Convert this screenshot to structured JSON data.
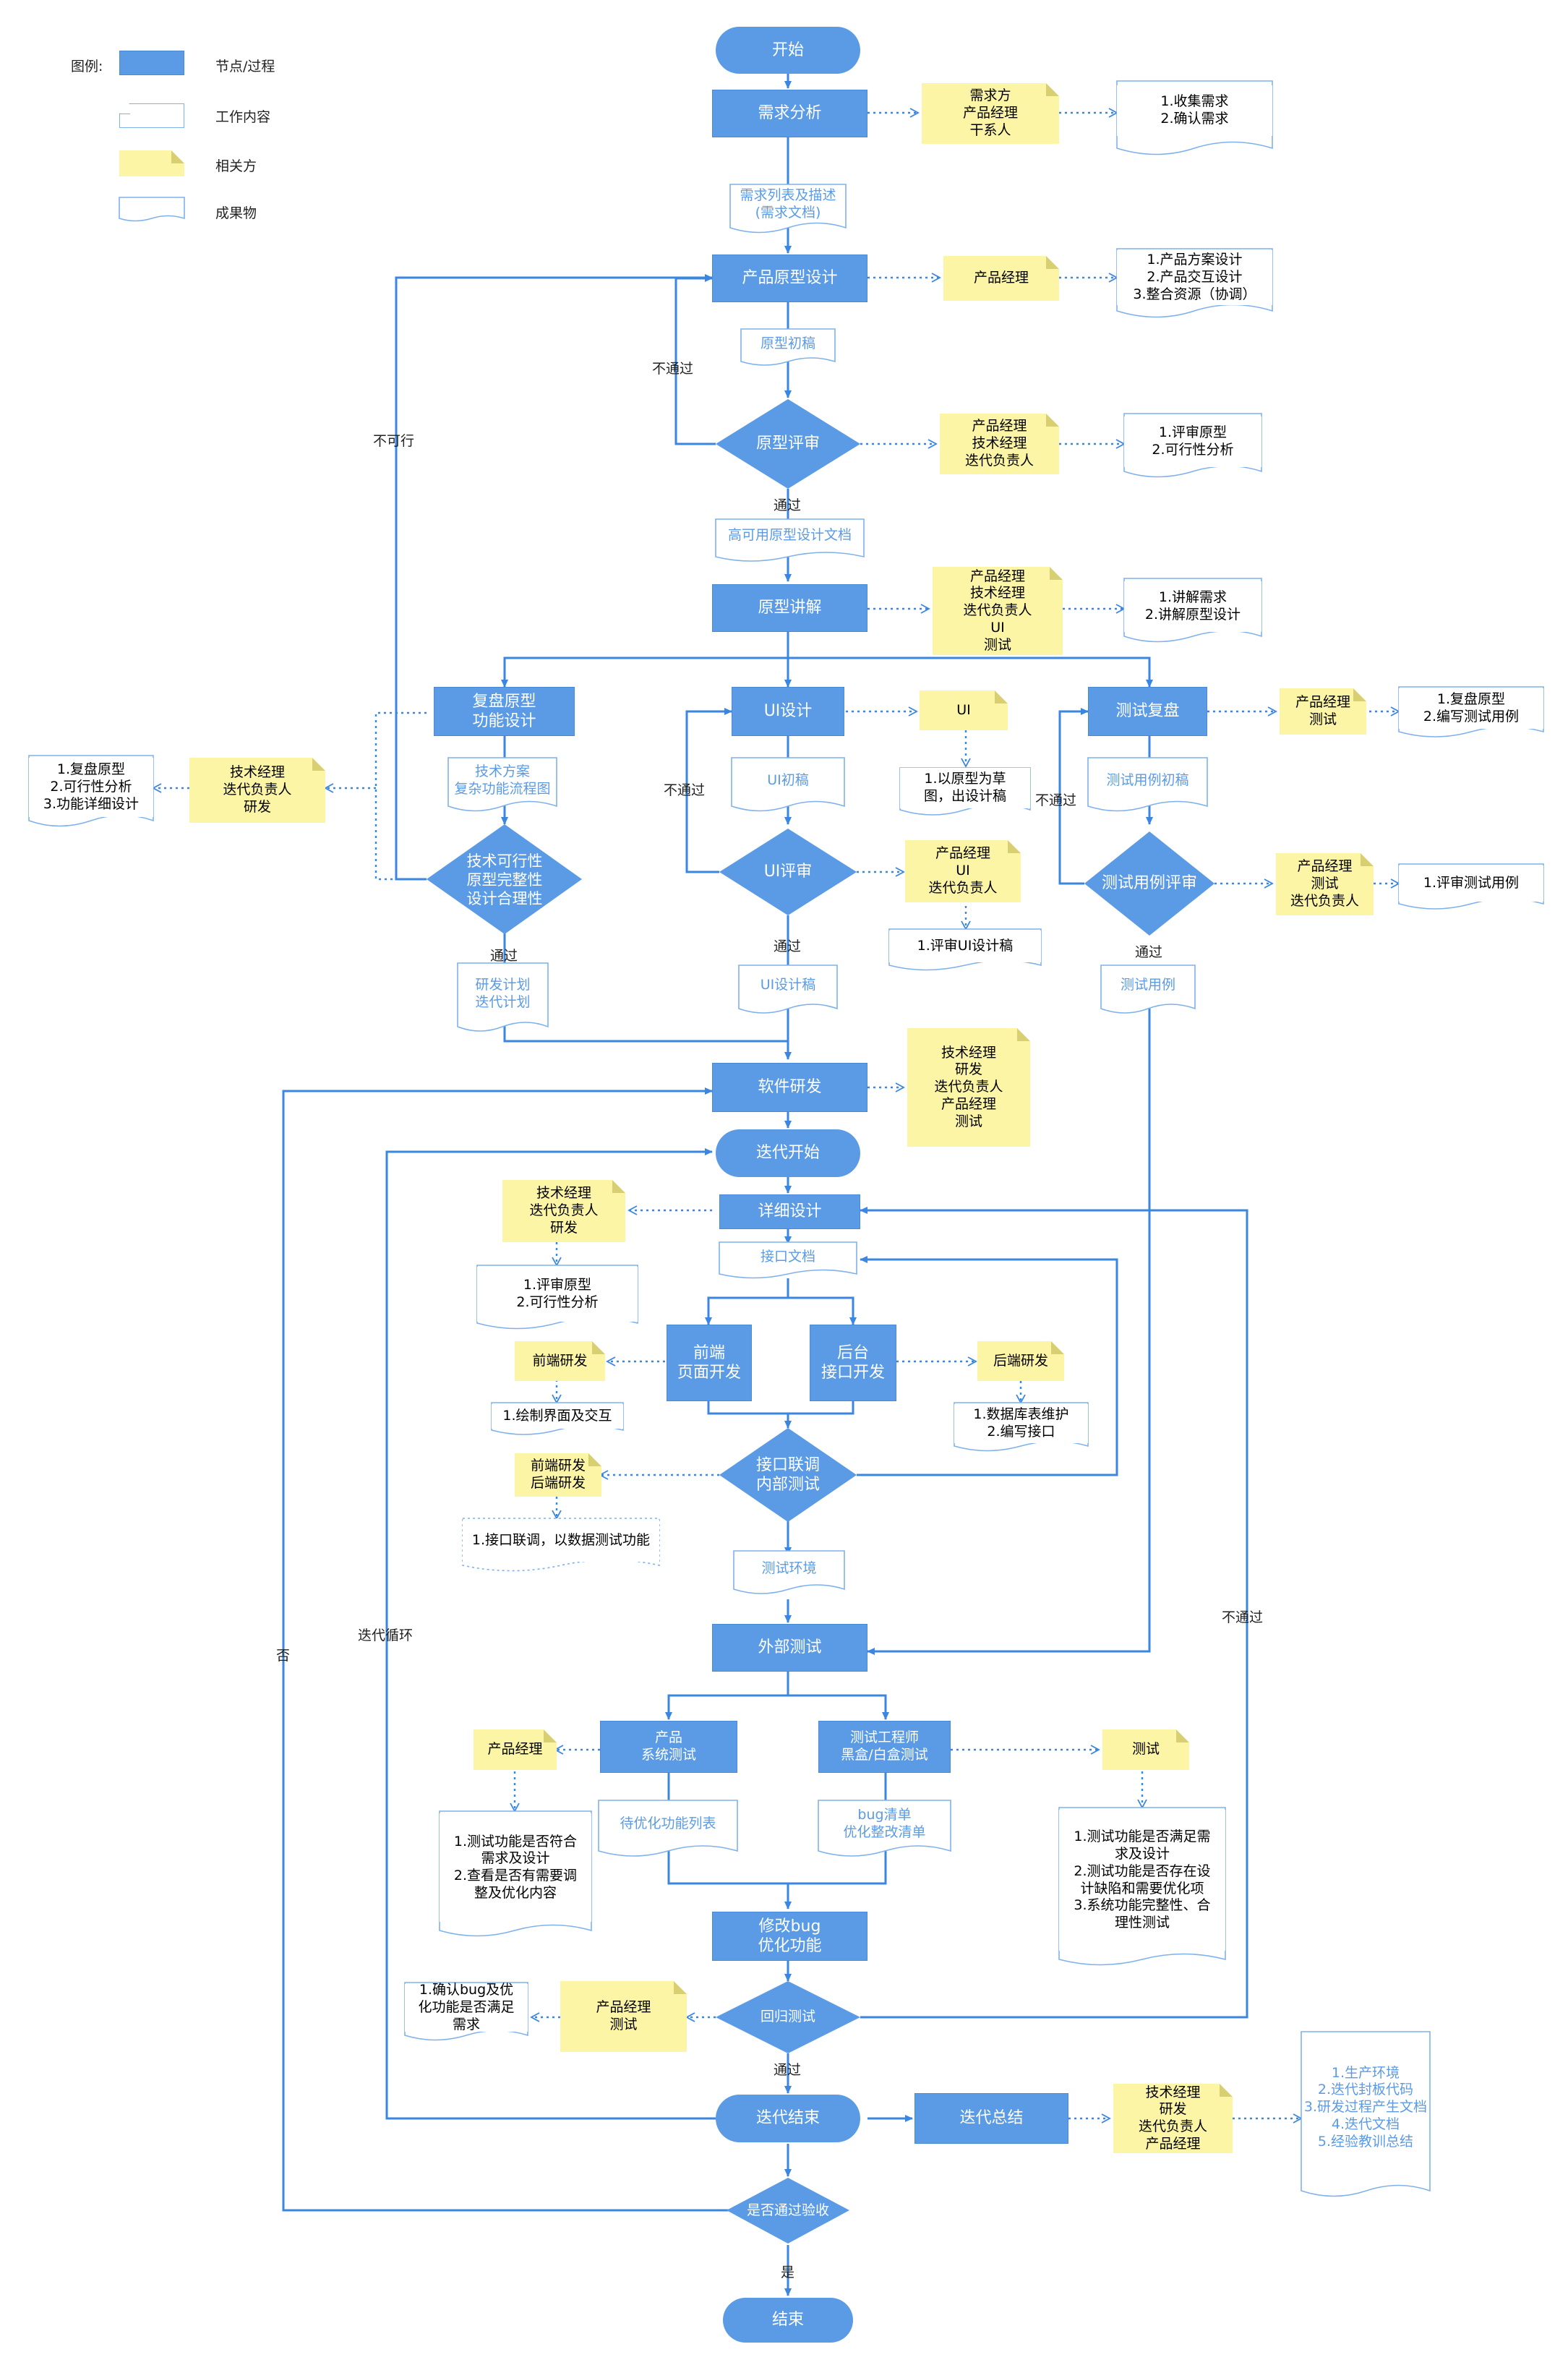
{
  "legend": {
    "title": "图例:",
    "items": [
      "节点/过程",
      "工作内容",
      "相关方",
      "成果物"
    ]
  },
  "nodes": {
    "start": "开始",
    "req_analysis": "需求分析",
    "req_parties": "需求方\n产品经理\n干系人",
    "req_doc": "1.收集需求\n2.确认需求",
    "req_list": "需求列表及描述\n(需求文档)",
    "proto_design": "产品原型设计",
    "proto_party": "产品经理",
    "proto_doc": "1.产品方案设计\n2.产品交互设计\n3.整合资源（协调）",
    "proto_draft": "原型初稿",
    "proto_review": "原型评审",
    "proto_review_party": "产品经理\n技术经理\n迭代负责人",
    "proto_review_doc": "1.评审原型\n2.可行性分析",
    "hifi_doc": "高可用原型设计文档",
    "proto_explain": "原型讲解",
    "explain_party": "产品经理\n技术经理\n迭代负责人\nUI\n测试",
    "explain_doc": "1.讲解需求\n2.讲解原型设计",
    "replay_proto": "复盘原型\n功能设计",
    "tech_party": "技术经理\n迭代负责人\n研发",
    "tech_doc": "1.复盘原型\n2.可行性分析\n3.功能详细设计",
    "tech_plan": "技术方案\n复杂功能流程图",
    "tech_feasible": "技术可行性\n原型完整性\n设计合理性",
    "dev_plan": "研发计划\n迭代计划",
    "ui_design": "UI设计",
    "ui_party": "UI",
    "ui_doc": "1.以原型为草\n图，出设计稿",
    "ui_draft": "UI初稿",
    "ui_review": "UI评审",
    "ui_review_party": "产品经理\nUI\n迭代负责人",
    "ui_review_doc": "1.评审UI设计稿",
    "ui_final": "UI设计稿",
    "test_replay": "测试复盘",
    "test_party": "产品经理\n测试",
    "test_doc": "1.复盘原型\n2.编写测试用例",
    "test_draft": "测试用例初稿",
    "test_review": "测试用例评审",
    "test_review_party": "产品经理\n测试\n迭代负责人",
    "test_review_doc": "1.评审测试用例",
    "test_case": "测试用例",
    "sw_dev": "软件研发",
    "sw_party": "技术经理\n研发\n迭代负责人\n产品经理\n测试",
    "iter_start": "迭代开始",
    "detail_design": "详细设计",
    "detail_party": "技术经理\n迭代负责人\n研发",
    "detail_doc": "1.评审原型\n2.可行性分析",
    "api_doc": "接口文档",
    "frontend": "前端\n页面开发",
    "backend": "后台\n接口开发",
    "fe_party": "前端研发",
    "fe_doc": "1.绘制界面及交互",
    "be_party": "后端研发",
    "be_doc": "1.数据库表维护\n2.编写接口",
    "api_joint": "接口联调\n内部测试",
    "joint_party": "前端研发\n后端研发",
    "joint_doc": "1.接口联调，以数据测试功能",
    "test_env": "测试环境",
    "ext_test": "外部测试",
    "product_test": "产品\n系统测试",
    "tester_test": "测试工程师\n黑盒/白盒测试",
    "pm_party": "产品经理",
    "pm_doc": "1.测试功能是否符合\n需求及设计\n2.查看是否有需要调\n整及优化内容",
    "tester_party": "测试",
    "tester_doc": "1.测试功能是否满足需\n求及设计\n2.测试功能是否存在设\n计缺陷和需要优化项\n3.系统功能完整性、合\n理性测试",
    "opt_list": "待优化功能列表",
    "bug_list": "bug清单\n优化整改清单",
    "fix_bug": "修改bug\n优化功能",
    "regress": "回归测试",
    "regress_party": "产品经理\n测试",
    "regress_doc": "1.确认bug及优\n化功能是否满足\n需求",
    "iter_end": "迭代结束",
    "iter_summary": "迭代总结",
    "summary_party": "技术经理\n研发\n迭代负责人\n产品经理",
    "summary_out": "1.生产环境\n2.迭代封板代码\n3.研发过程产生文档\n4.迭代文档\n5.经验教训总结",
    "accept": "是否通过验收",
    "end": "结束"
  },
  "labels": {
    "fail1": "不通过",
    "infeasible": "不可行",
    "pass1": "通过",
    "fail_ui": "不通过",
    "pass_tech": "通过",
    "pass_ui": "通过",
    "fail_test": "不通过",
    "pass_test": "通过",
    "iter_loop": "迭代循环",
    "no": "否",
    "fail_regress": "不通过",
    "pass_regress": "通过",
    "yes": "是"
  }
}
